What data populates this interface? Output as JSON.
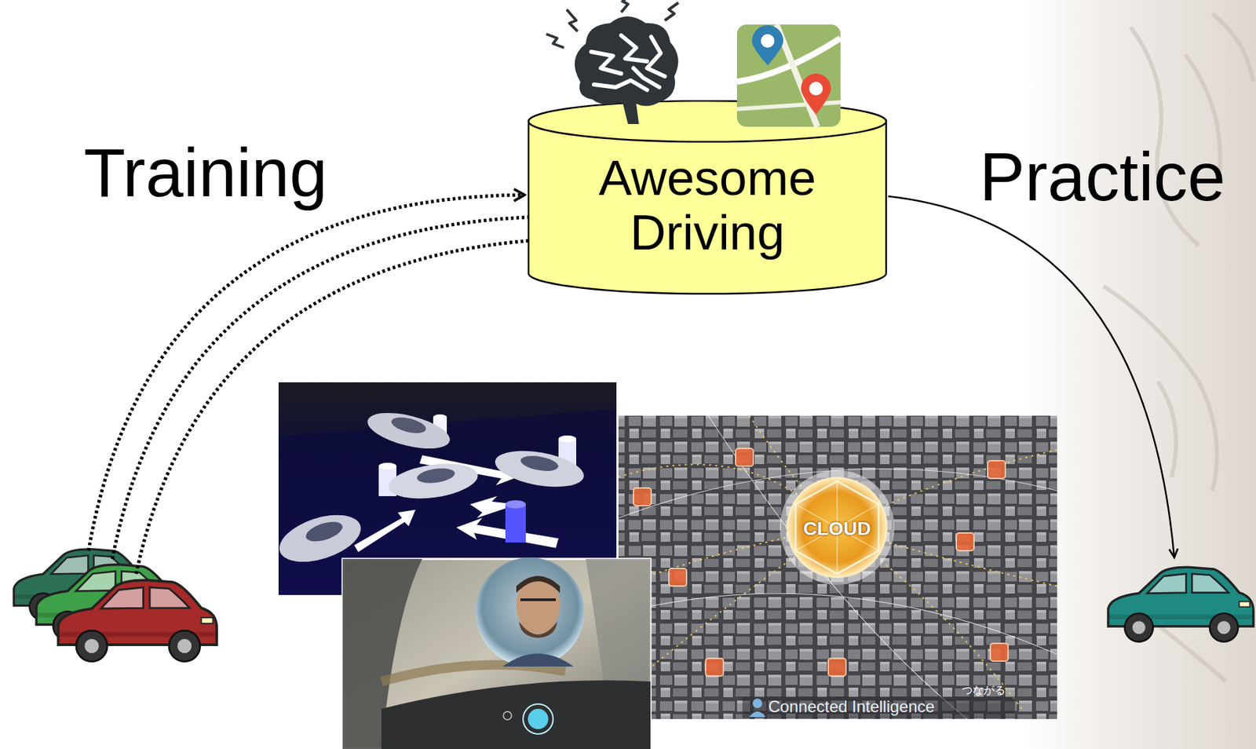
{
  "diagram": {
    "nodes": [
      {
        "text": [
          "Awesome Driving"
        ]
      }
    ],
    "labels": [
      "Training",
      "Practice",
      "CLOUD",
      "つながる",
      "Connected Intelligence"
    ]
  }
}
